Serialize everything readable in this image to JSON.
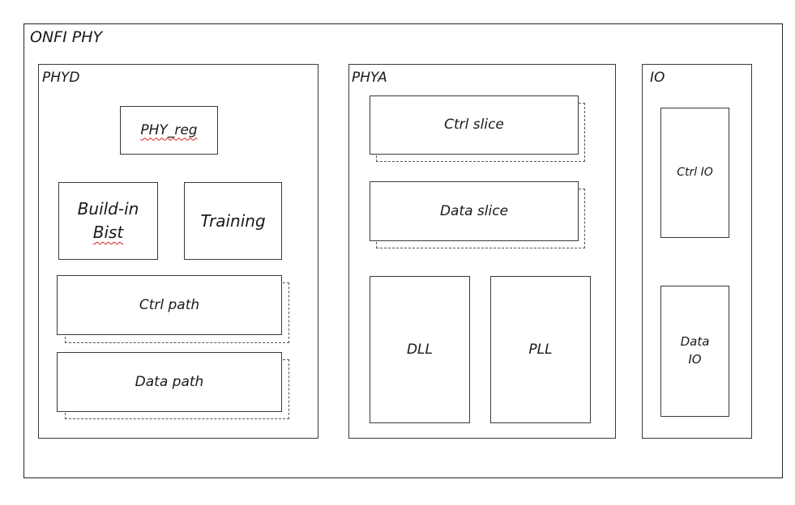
{
  "onfi_phy": {
    "title": "ONFI PHY",
    "phyd": {
      "title": "PHYD",
      "phy_reg": "PHY_reg",
      "build_in_line1": "Build-in",
      "build_in_line2": "Bist",
      "training": "Training",
      "ctrl_path": "Ctrl path",
      "data_path": "Data path"
    },
    "phya": {
      "title": "PHYA",
      "ctrl_slice": "Ctrl slice",
      "data_slice": "Data slice",
      "dll": "DLL",
      "pll": "PLL"
    },
    "io": {
      "title": "IO",
      "ctrl_io": "Ctrl IO",
      "data_io_line1": "Data",
      "data_io_line2": "IO"
    }
  }
}
